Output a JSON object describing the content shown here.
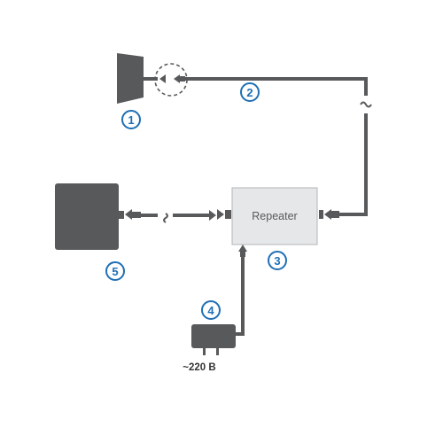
{
  "colors": {
    "device": "#58595b",
    "repeater_fill": "#e6e7e8",
    "repeater_stroke": "#b3b5b8",
    "repeater_text": "#58595b",
    "callout": "#1f6fb5",
    "background": "#ffffff"
  },
  "repeater": {
    "label": "Repeater"
  },
  "callouts": [
    {
      "id": "outdoor-antenna",
      "number": "1"
    },
    {
      "id": "cable",
      "number": "2"
    },
    {
      "id": "repeater",
      "number": "3"
    },
    {
      "id": "power-adapter",
      "number": "4"
    },
    {
      "id": "indoor-antenna",
      "number": "5"
    }
  ],
  "power": {
    "label": "~220 В"
  },
  "icons": {
    "outdoor_antenna": "outdoor-antenna-icon",
    "indoor_antenna": "indoor-antenna-icon",
    "power_adapter": "power-adapter-icon",
    "connector": "cable-connector-icon",
    "break": "cable-break-icon"
  }
}
